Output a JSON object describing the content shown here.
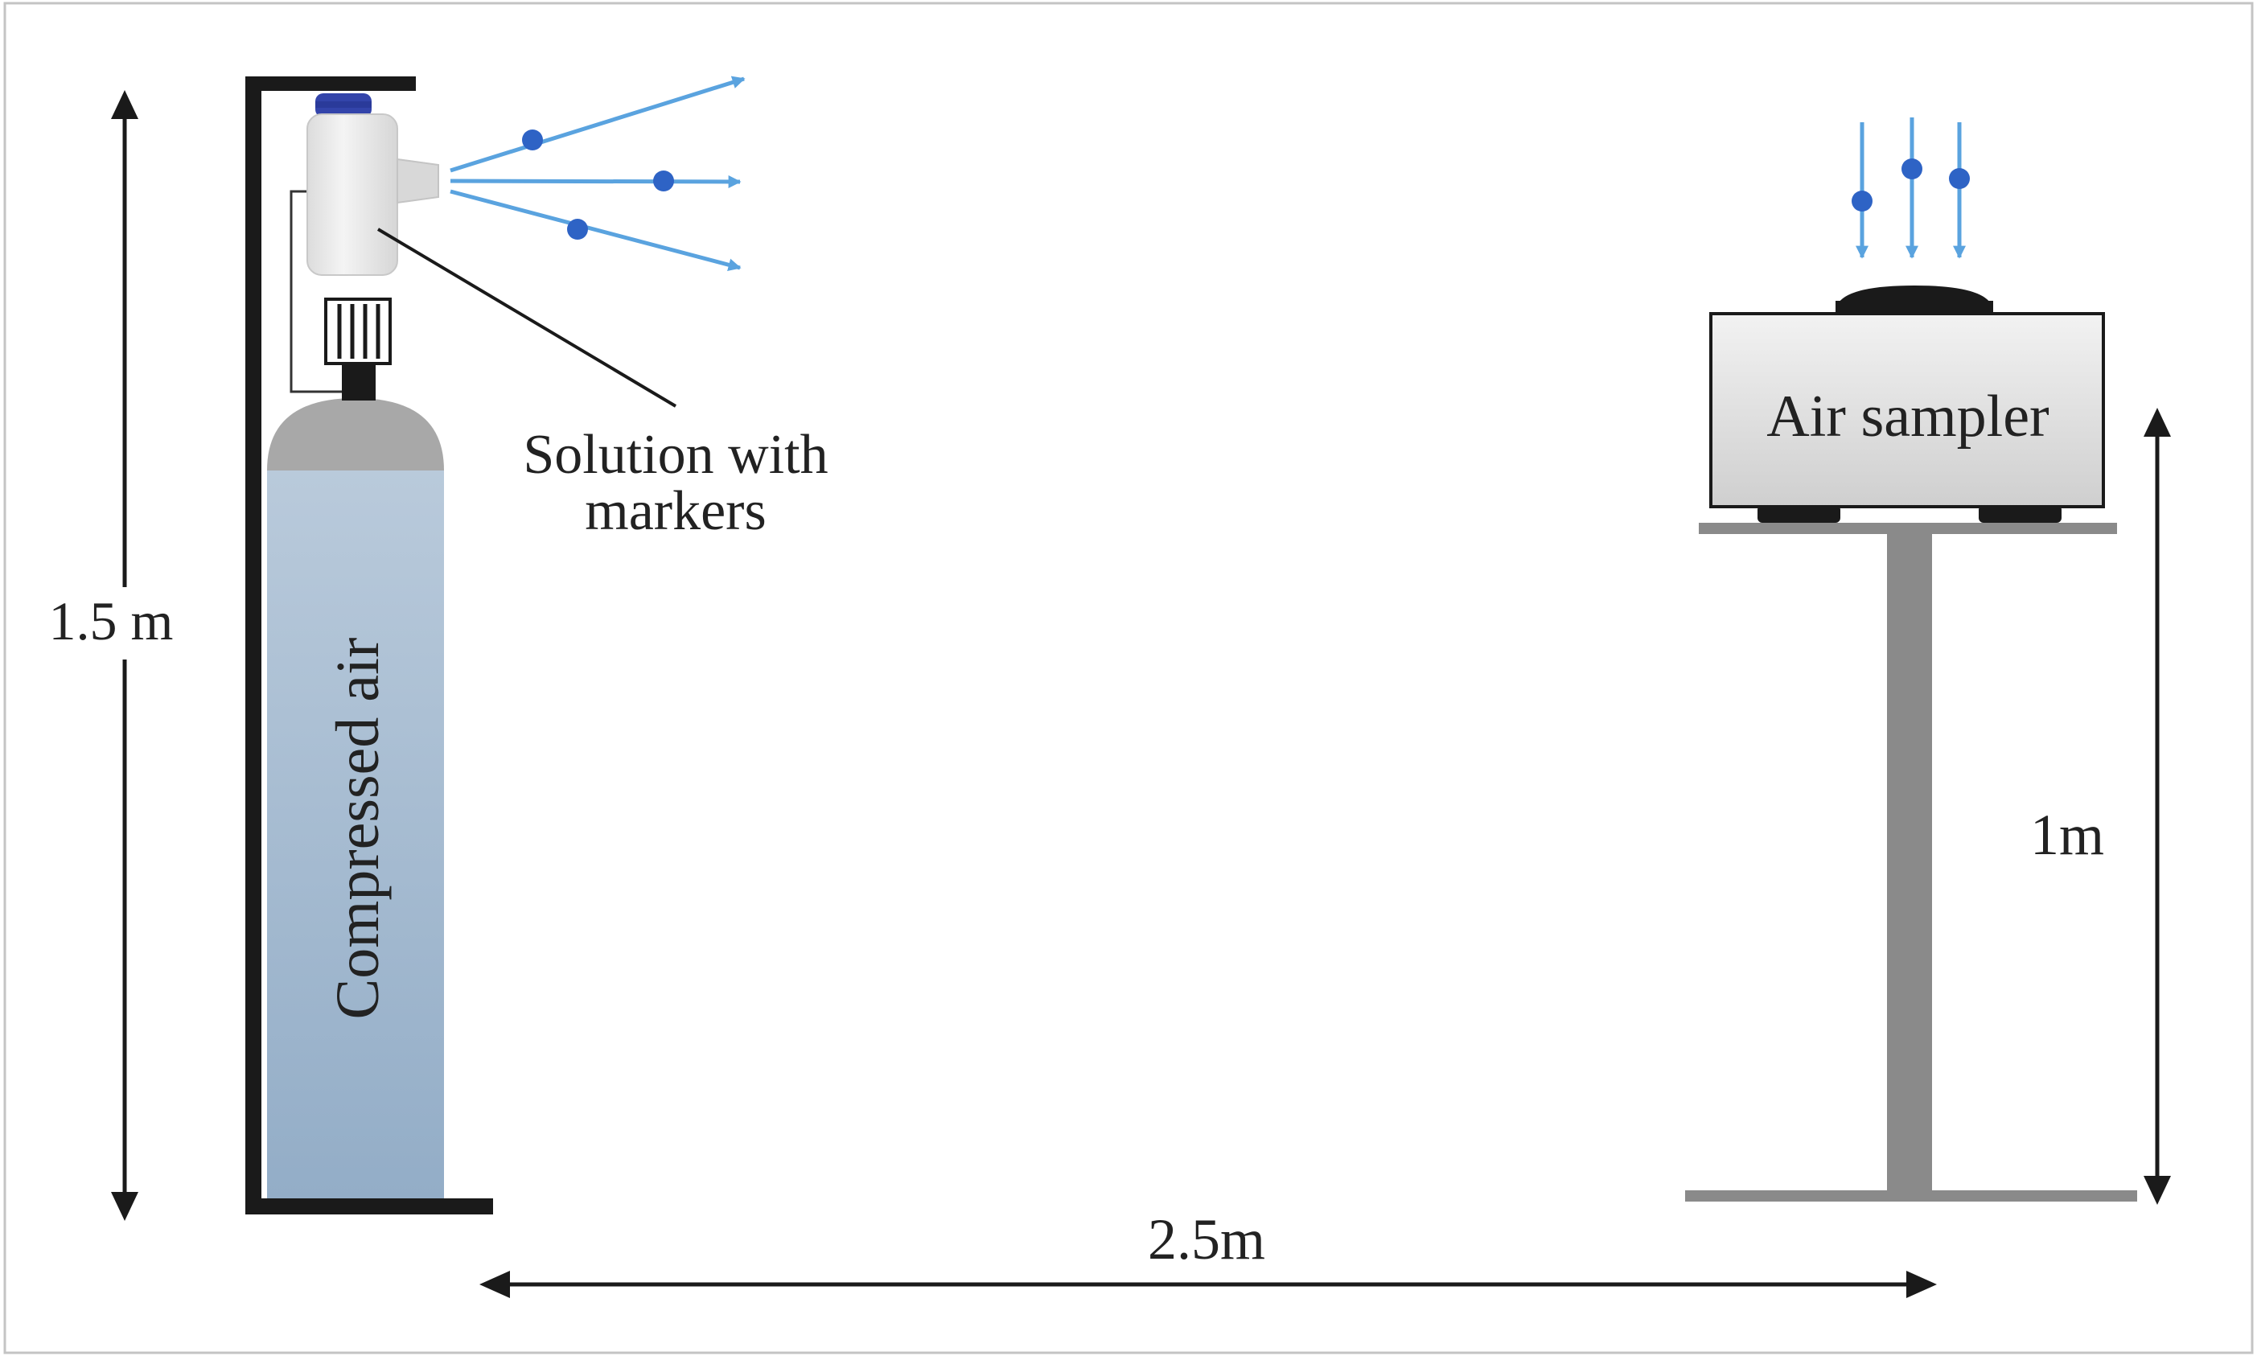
{
  "labels": {
    "height_left": "1.5 m",
    "tank": "Compressed air",
    "solution_line1": "Solution with",
    "solution_line2": "markers",
    "sampler": "Air sampler",
    "height_right": "1m",
    "distance": "2.5m"
  },
  "colors": {
    "frame": "#1a1a1a",
    "tank_top": "#a9a9a9",
    "tank_body_top": "#b7c8d9",
    "tank_body_bottom": "#96b0ca",
    "flow_arrow": "#5aa3df",
    "marker_dot": "#2e63c5",
    "stand": "#8a8a8a",
    "sampler_box": "#e0e0e0",
    "bottle": "#ececec",
    "cap": "#3344aa",
    "border": "#bdbdbd"
  }
}
